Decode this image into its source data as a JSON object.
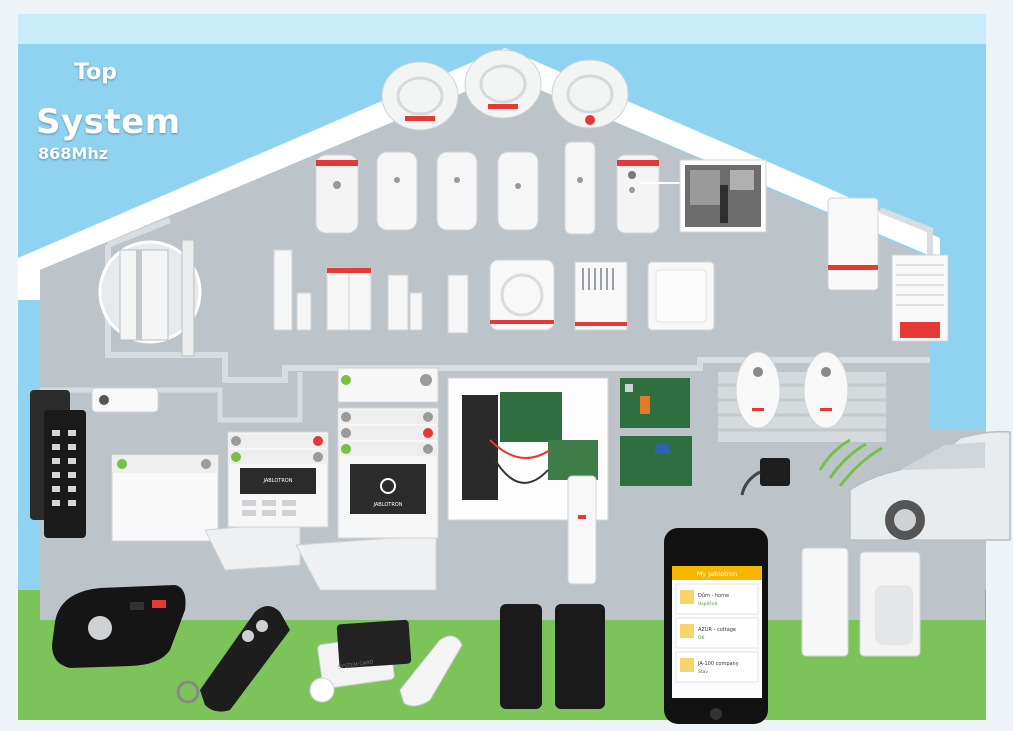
{
  "brand": {
    "top_label": "Top",
    "system_label": "System",
    "frequency_label": "868Mhz"
  },
  "device_labels": {
    "keypad_brand": "JABLOTRON",
    "card_label": "SYSTEM CARD"
  },
  "phone_app": {
    "header": "My Jablotron",
    "rows": [
      {
        "title": "Dům - home",
        "subtitle": "Úspěšně"
      },
      {
        "title": "AZUR - cottage",
        "subtitle": "OK"
      },
      {
        "title": "JA-100 company",
        "subtitle": "Stav"
      }
    ]
  },
  "colors": {
    "sky": "#8fd3f0",
    "house": "#bcc4c9",
    "grass": "#7cc45a",
    "accent_red": "#e53935",
    "accent_green": "#76c043",
    "app_yellow": "#f6b600"
  }
}
